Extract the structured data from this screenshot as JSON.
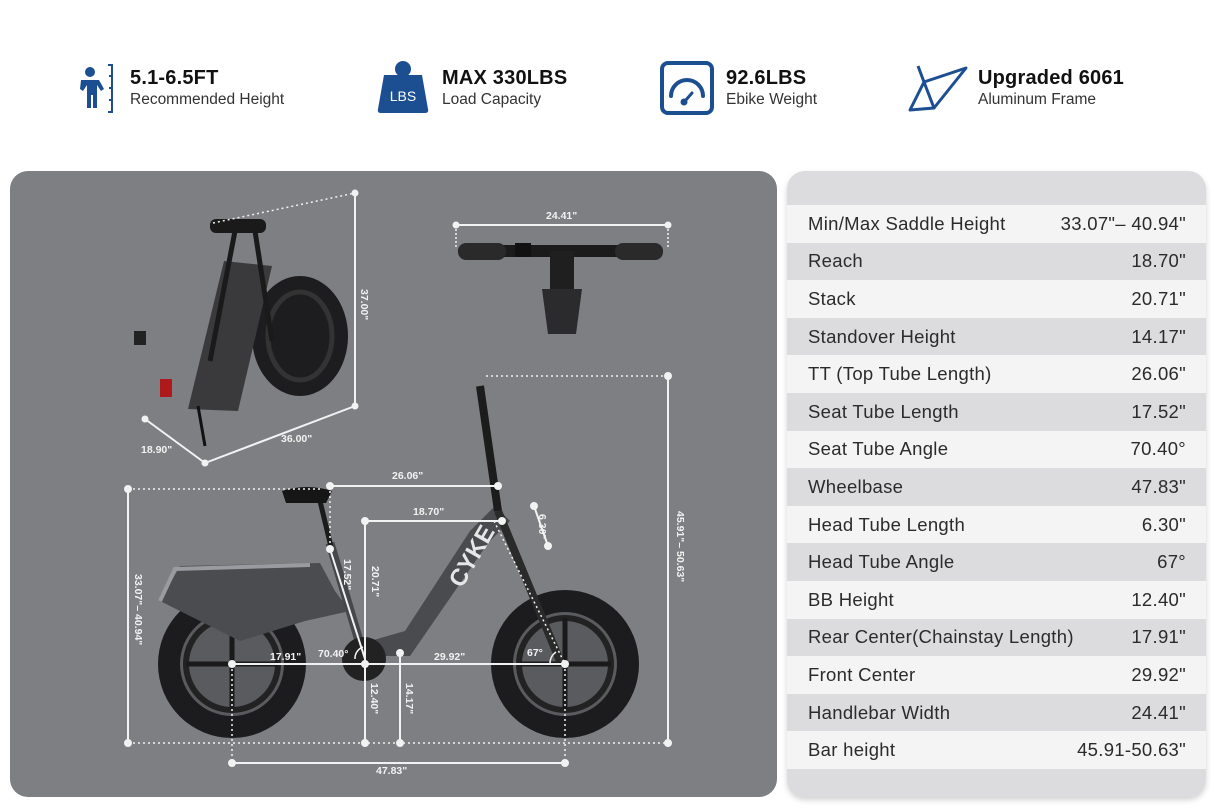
{
  "features": [
    {
      "icon": "person-height-icon",
      "title": "5.1-6.5FT",
      "subtitle": "Recommended Height"
    },
    {
      "icon": "weight-lbs-icon",
      "icon_text": "LBS",
      "title": "MAX 330LBS",
      "subtitle": "Load Capacity"
    },
    {
      "icon": "gauge-icon",
      "title": "92.6LBS",
      "subtitle": "Ebike Weight"
    },
    {
      "icon": "bike-frame-icon",
      "title": "Upgraded 6061",
      "subtitle": "Aluminum Frame"
    }
  ],
  "colors": {
    "accent": "#1c4f91",
    "diagram_bg": "#7e7f82",
    "table_stripe_light": "#f4f4f4",
    "table_stripe_dark": "#dcdcdf"
  },
  "diagram": {
    "folded": {
      "height": "37.00\"",
      "length": "36.00\"",
      "width": "18.90\""
    },
    "handlebar": {
      "width": "24.41\""
    },
    "side": {
      "top_tube": "26.06\"",
      "reach": "18.70\"",
      "head_tube": "6.30\"",
      "saddle_height": "33.07\"– 40.94\"",
      "seat_tube": "17.52\"",
      "stack": "20.71\"",
      "bar_height": "45.91\"– 50.63\"",
      "chainstay": "17.91\"",
      "seat_angle": "70.40°",
      "front_center": "29.92\"",
      "head_angle": "67°",
      "bb_height": "12.40\"",
      "standover": "14.17\"",
      "wheelbase": "47.83\"",
      "brand": "CYKE"
    }
  },
  "specs": [
    {
      "label": "Min/Max Saddle Height",
      "value": "33.07\"– 40.94\""
    },
    {
      "label": "Reach",
      "value": "18.70\""
    },
    {
      "label": "Stack",
      "value": "20.71\""
    },
    {
      "label": "Standover Height",
      "value": "14.17\""
    },
    {
      "label": "TT (Top Tube Length)",
      "value": "26.06\""
    },
    {
      "label": "Seat Tube Length",
      "value": "17.52\""
    },
    {
      "label": "Seat Tube Angle",
      "value": "70.40°"
    },
    {
      "label": "Wheelbase",
      "value": "47.83\""
    },
    {
      "label": "Head Tube Length",
      "value": "6.30\""
    },
    {
      "label": "Head Tube Angle",
      "value": "67°"
    },
    {
      "label": "BB Height",
      "value": "12.40\""
    },
    {
      "label": "Rear Center(Chainstay Length)",
      "value": "17.91\""
    },
    {
      "label": "Front Center",
      "value": "29.92\""
    },
    {
      "label": "Handlebar Width",
      "value": "24.41\""
    },
    {
      "label": "Bar height",
      "value": "45.91-50.63\""
    }
  ]
}
